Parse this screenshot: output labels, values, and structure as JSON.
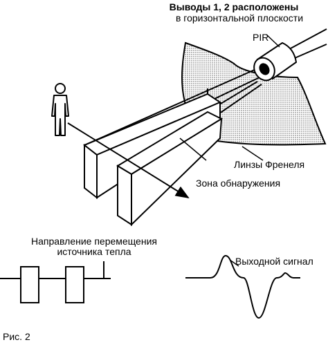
{
  "labels": {
    "pins_line1": "Выводы 1, 2 расположены",
    "pins_line2": "в горизонтальной плоскости",
    "pir": "PIR",
    "fresnel": "Линзы Френеля",
    "zone": "Зона обнаружения",
    "direction_line1": "Направление перемещения",
    "direction_line2": "источника тепла",
    "output_signal": "Выходной сигнал",
    "figure": "Рис. 2"
  },
  "colors": {
    "ink": "#000000",
    "paper": "#ffffff",
    "lens_dots": "#555555"
  },
  "icons": {
    "person": "person-icon",
    "sensor": "pir-sensor-icon"
  }
}
